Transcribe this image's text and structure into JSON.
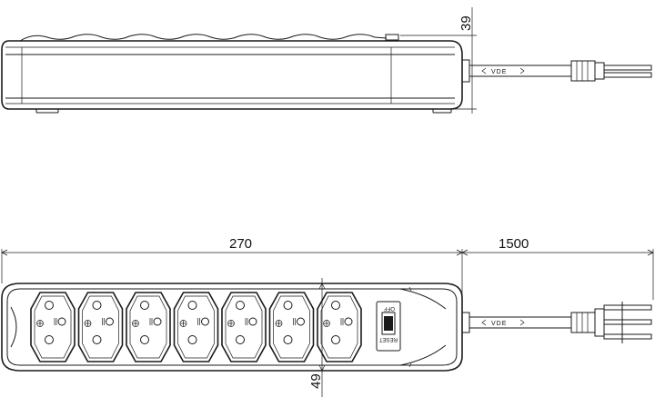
{
  "dimensions": {
    "side_height": "39",
    "length": "270",
    "cable": "1500",
    "front_height": "49"
  },
  "labels": {
    "cable_mark_top": "VDE",
    "cable_mark_bottom": "VDE",
    "switch_off": "OFF",
    "switch_reset": "RESET"
  },
  "strip": {
    "outlet_count": 7
  }
}
